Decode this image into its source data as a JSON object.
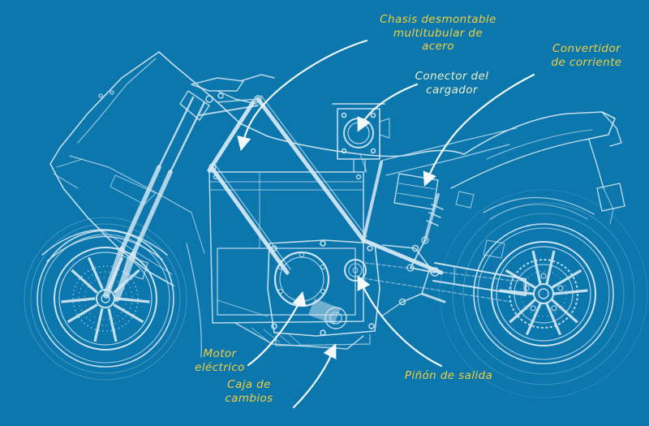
{
  "diagram": {
    "type": "blueprint",
    "subject": "Electric motorcycle cutaway diagram",
    "language": "es"
  },
  "colors": {
    "background": "#0b77ad",
    "linework": "#d8eaf5",
    "label_yellow": "#f2cf3e",
    "label_pale": "#ecefcb",
    "arrow": "#ffffff"
  },
  "labels": {
    "chasis": {
      "l1": "Chasis desmontable",
      "l2": "multitubular de",
      "l3": "acero"
    },
    "convertidor": {
      "l1": "Convertidor",
      "l2": "de corriente"
    },
    "conector": {
      "l1": "Conector del",
      "l2": "cargador"
    },
    "motor": {
      "l1": "Motor",
      "l2": "eléctrico"
    },
    "caja": {
      "l1": "Caja de",
      "l2": "cambios"
    },
    "pinon": {
      "l1": "Piñón de salida"
    }
  }
}
